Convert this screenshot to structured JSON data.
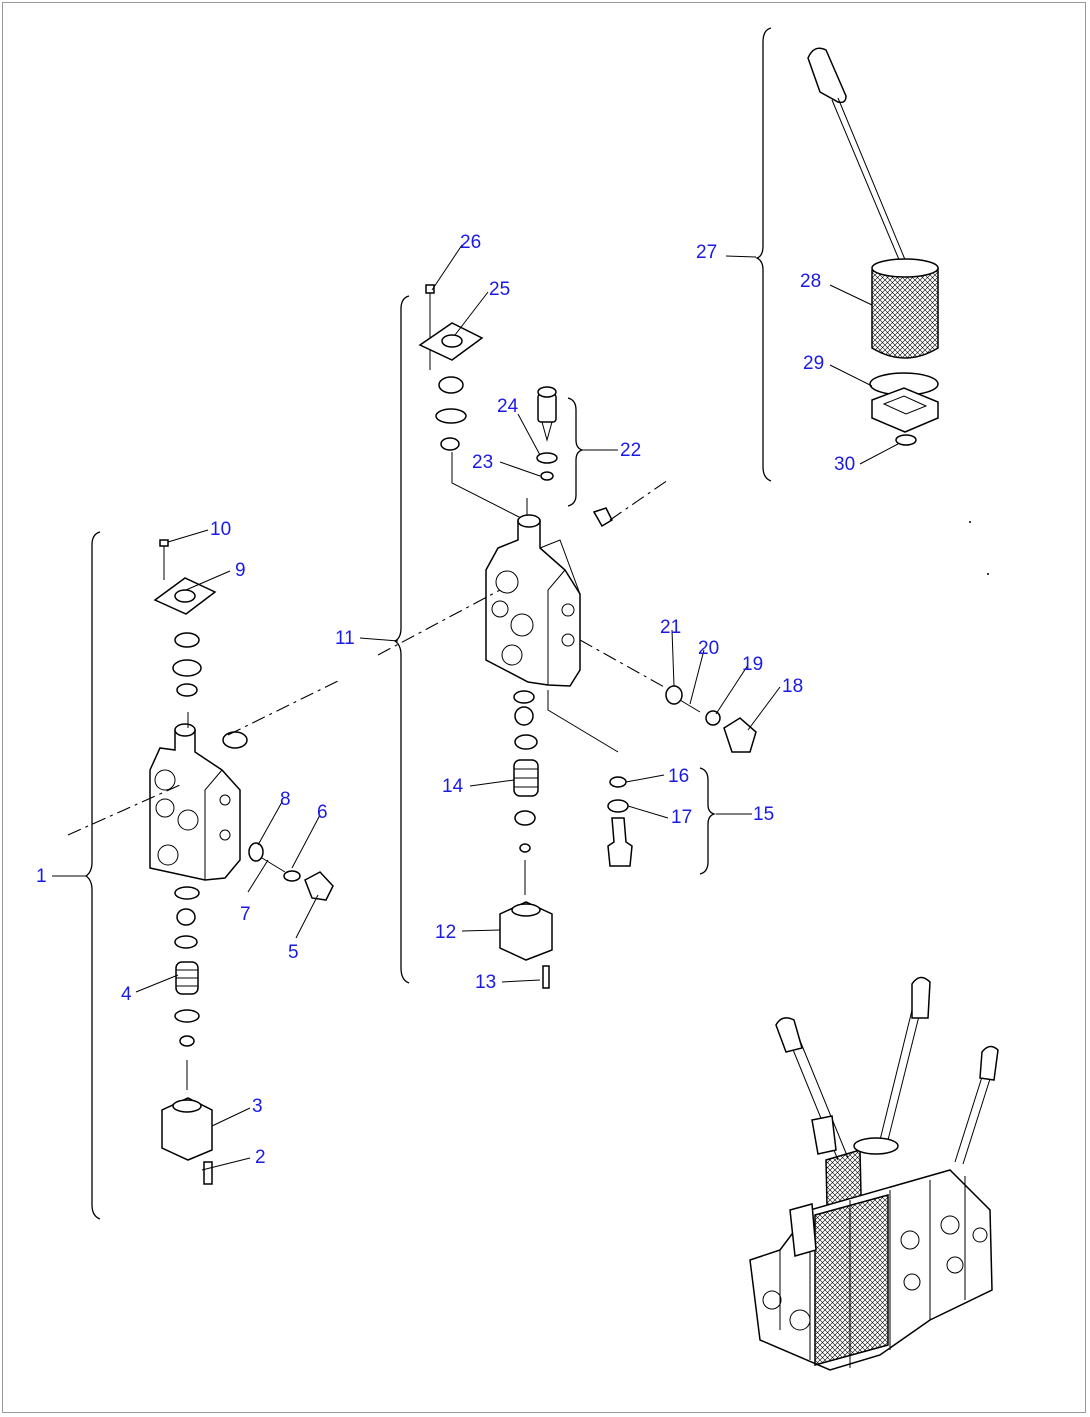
{
  "callouts": [
    "1",
    "2",
    "3",
    "4",
    "5",
    "6",
    "7",
    "8",
    "9",
    "10",
    "11",
    "12",
    "13",
    "14",
    "15",
    "16",
    "17",
    "18",
    "19",
    "20",
    "21",
    "22",
    "23",
    "24",
    "25",
    "26",
    "27",
    "28",
    "29",
    "30"
  ],
  "colors": {
    "callout": "#1a1ae6",
    "line": "#000000",
    "frame": "#9a9a9a"
  }
}
